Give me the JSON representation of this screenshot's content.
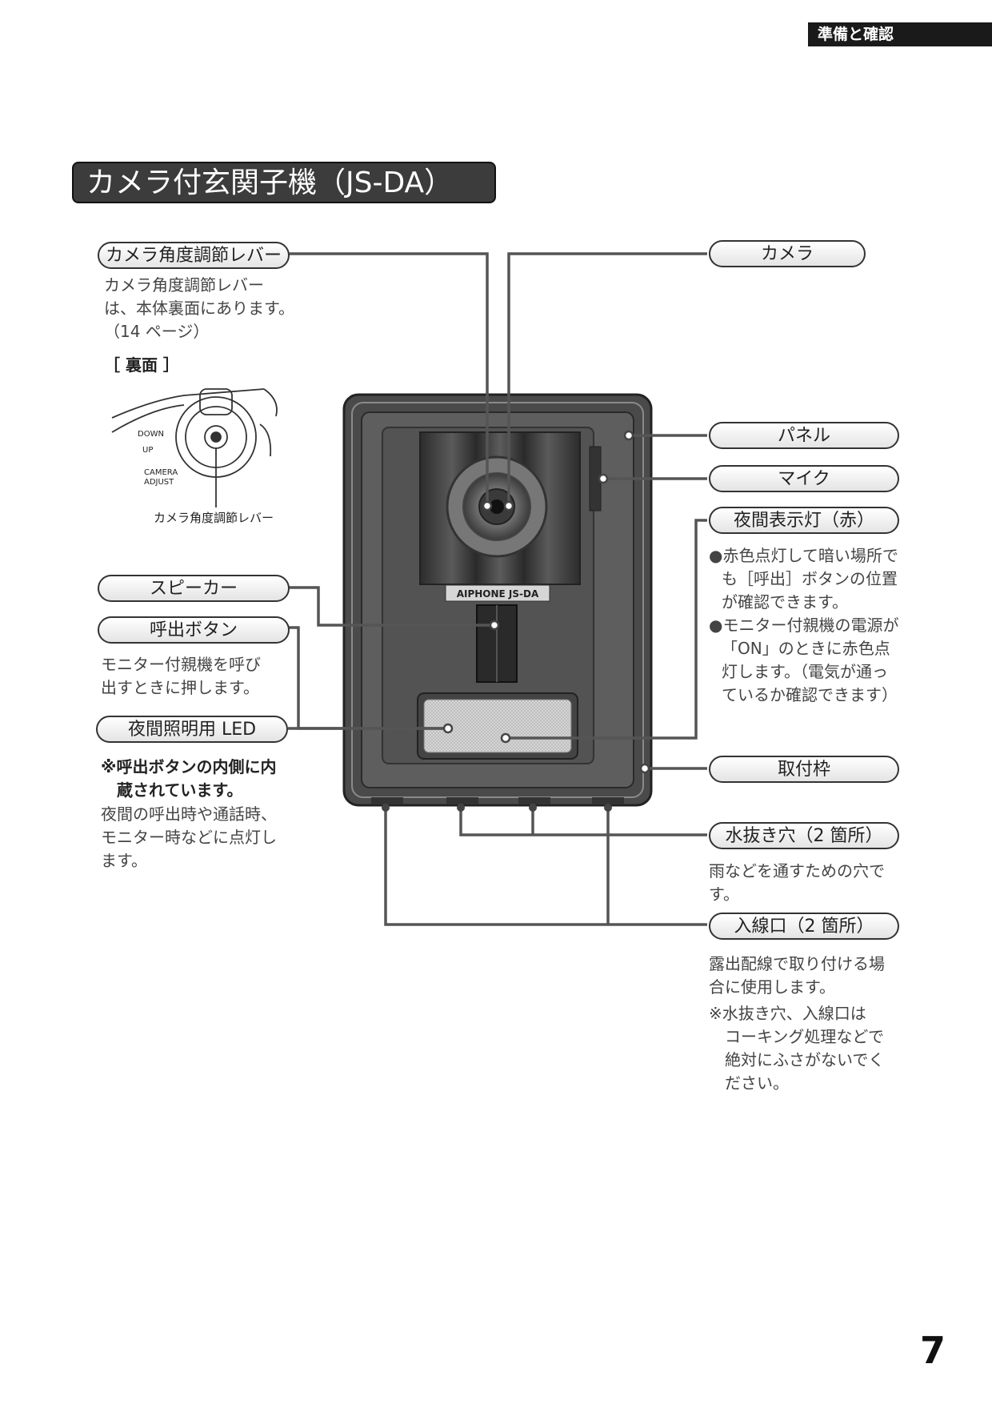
{
  "header": {
    "section_tab": "準備と確認"
  },
  "title": "カメラ付玄関子機（JS-DA）",
  "labels": {
    "lever": "カメラ角度調節レバー",
    "camera": "カメラ",
    "panel": "パネル",
    "mic": "マイク",
    "night_indicator": "夜間表示灯（赤）",
    "speaker": "スピーカー",
    "call_button": "呼出ボタン",
    "night_led": "夜間照明用 LED",
    "frame": "取付枠",
    "drain": "水抜き穴（2 箇所）",
    "inlet": "入線口（2 箇所）"
  },
  "descriptions": {
    "lever": [
      "カメラ角度調節レバー",
      "は、本体裏面にあります。",
      "（14 ページ）"
    ],
    "back_label": "［ 裏面 ］",
    "back_caption": "カメラ角度調節レバー",
    "back_marks": {
      "down": "DOWN",
      "up": "UP",
      "camera": "CAMERA",
      "adjust": "ADJUST"
    },
    "brand": "AIPHONE JS-DA",
    "night_indicator": [
      "●赤色点灯して暗い場所で",
      "も［呼出］ボタンの位置",
      "が確認できます。",
      "●モニター付親機の電源が",
      "「ON」のときに赤色点",
      "灯します。（電気が通っ",
      "ているか確認できます）"
    ],
    "call_button": [
      "モニター付親機を呼び",
      "出すときに押します。"
    ],
    "night_led_note": [
      "※呼出ボタンの内側に内",
      "蔵されています。"
    ],
    "night_led": [
      "夜間の呼出時や通話時、",
      "モニター時などに点灯し",
      "ます。"
    ],
    "drain": [
      "雨などを通すための穴で",
      "す。"
    ],
    "inlet": [
      "露出配線で取り付ける場",
      "合に使用します。"
    ],
    "inlet_note": [
      "※水抜き穴、入線口は",
      "コーキング処理などで",
      "絶対にふさがないでく",
      "ださい。"
    ]
  },
  "page_number": "7"
}
